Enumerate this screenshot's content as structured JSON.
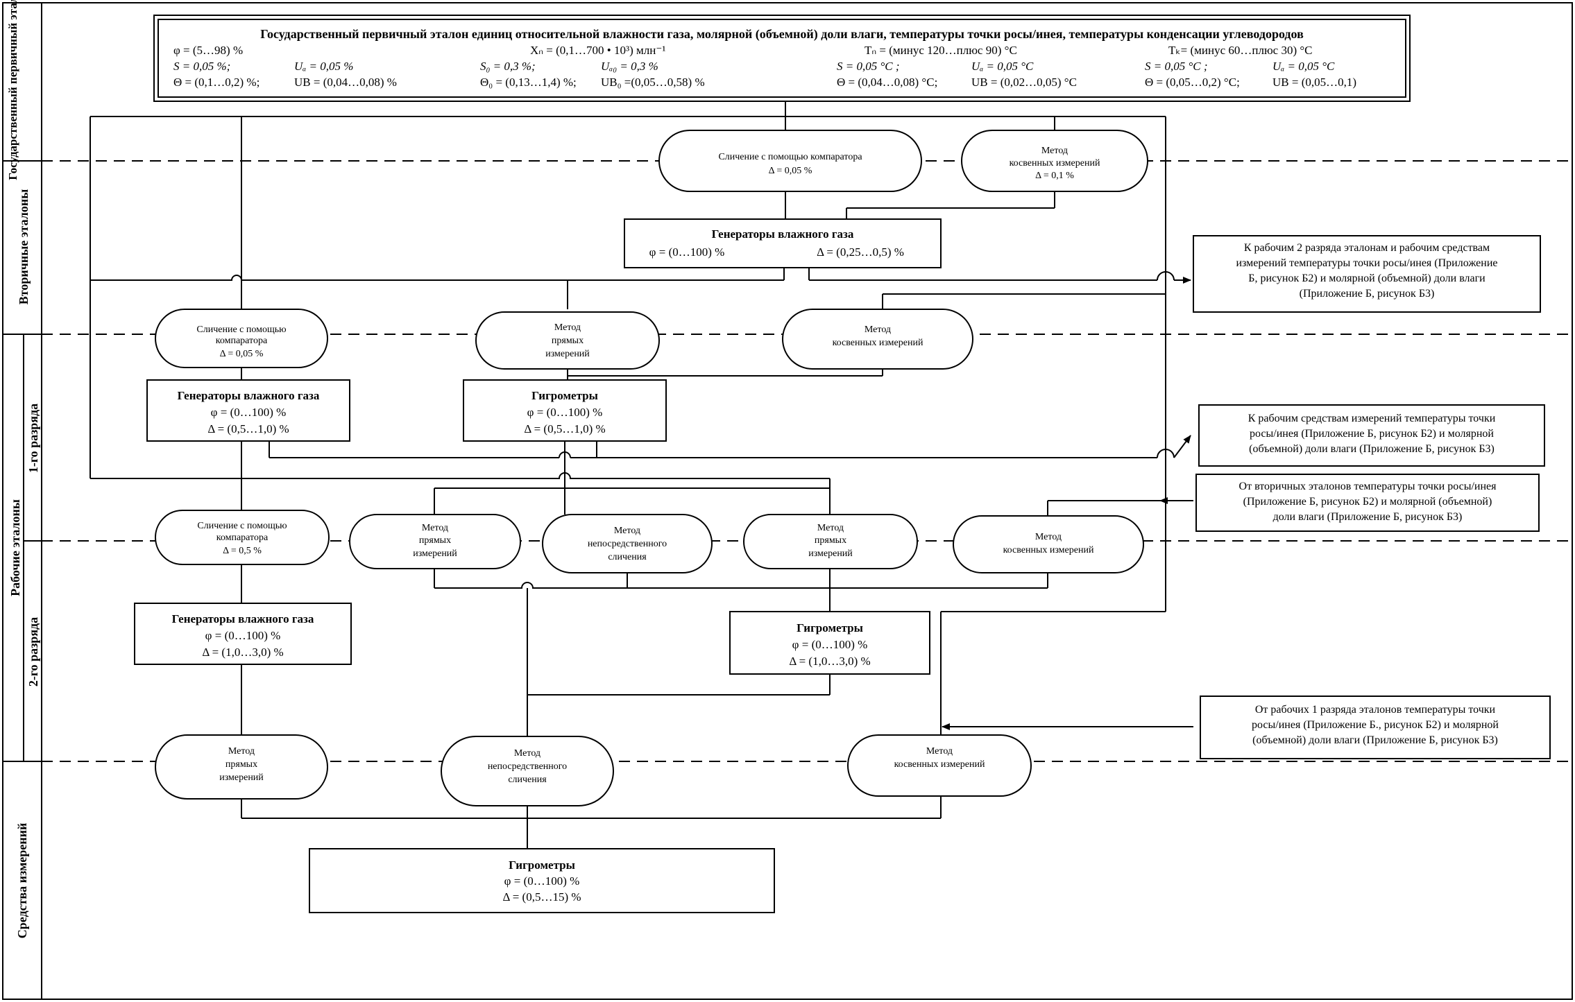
{
  "levels": {
    "primary": "Государственный первичный эталон",
    "secondary": "Вторичные эталоны",
    "working": "Рабочие эталоны",
    "rank1": "1-го разряда",
    "rank2": "2-го разряда",
    "instruments": "Средства измерений"
  },
  "primary": {
    "title": "Государственный первичный эталон единиц относительной влажности газа, молярной (объемной) доли влаги, температуры точки росы/инея, температуры конденсации углеводородов",
    "col1": [
      "φ = (5…98) %",
      "S = 0,05 %;",
      "Uₐ = 0,05 %",
      "Θ = (0,1…0,2) %;",
      "UΒ = (0,04…0,08) %"
    ],
    "col2": [
      "Xₙ = (0,1…700 • 10³) млн⁻¹",
      "S₀ = 0,3 %;",
      "Uₐ₀ = 0,3 %",
      "Θ₀ = (0,13…1,4) %;",
      "UΒ₀ =(0,05…0,58) %"
    ],
    "col3": [
      "Tₙ = (минус 120…плюс 90) °C",
      "S = 0,05 °C ;",
      "Uₐ = 0,05 °C",
      "Θ = (0,04…0,08) °C;",
      "UΒ = (0,02…0,05) °C"
    ],
    "col4": [
      "Tₖ= (минус 60…плюс 30) °C",
      "S = 0,05 °C ;",
      "Uₐ = 0,05 °C",
      "Θ = (0,05…0,2) °C;",
      "UΒ = (0,05…0,1)"
    ]
  },
  "secondary": {
    "comparator": [
      "Сличение с помощью компаратора",
      "Δ = 0,05 %"
    ],
    "indirect": [
      "Метод",
      "косвенных измерений",
      "Δ = 0,1 %"
    ],
    "generators": [
      "Генераторы влажного газа",
      "φ = (0…100) %",
      "Δ = (0,25…0,5) %"
    ]
  },
  "rank1": {
    "comparator": [
      "Сличение с помощью",
      "компаратора",
      "Δ = 0,05 %"
    ],
    "direct": [
      "Метод",
      "прямых",
      "измерений"
    ],
    "indirect": [
      "Метод",
      "косвенных измерений"
    ],
    "generators": [
      "Генераторы влажного газа",
      "φ = (0…100) %",
      "Δ = (0,5…1,0) %"
    ],
    "hygrometers": [
      "Гигрометры",
      "φ = (0…100) %",
      "Δ = (0,5…1,0) %"
    ]
  },
  "rank2": {
    "comparator": [
      "Сличение с помощью",
      "компаратора",
      "Δ = 0,5 %"
    ],
    "direct1": [
      "Метод",
      "прямых",
      "измерений"
    ],
    "immediate": [
      "Метод",
      "непосредственного",
      "сличения"
    ],
    "direct2": [
      "Метод",
      "прямых",
      "измерений"
    ],
    "indirect": [
      "Метод",
      "косвенных измерений"
    ],
    "generators": [
      "Генераторы влажного газа",
      "φ = (0…100) %",
      "Δ = (1,0…3,0) %"
    ],
    "hygrometers": [
      "Гигрометры",
      "φ = (0…100) %",
      "Δ = (1,0…3,0) %"
    ]
  },
  "instruments": {
    "direct": [
      "Метод",
      "прямых",
      "измерений"
    ],
    "immediate": [
      "Метод",
      "непосредственного",
      "сличения"
    ],
    "indirect": [
      "Метод",
      "косвенных измерений"
    ],
    "hygrometers": [
      "Гигрометры",
      "φ = (0…100) %",
      "Δ = (0,5…15) %"
    ]
  },
  "notes": {
    "to_rank2": [
      "К рабочим 2 разряда эталонам и рабочим средствам",
      "измерений температуры точки росы/инея (Приложение",
      "Б, рисунок Б2) и молярной (объемной) доли влаги",
      "(Приложение Б, рисунок Б3)"
    ],
    "to_instruments": [
      "К рабочим средствам измерений температуры точки",
      "росы/инея (Приложение Б, рисунок Б2) и молярной",
      "(объемной) доли влаги (Приложение Б, рисунок Б3)"
    ],
    "from_secondary": [
      "От вторичных эталонов температуры точки росы/инея",
      "(Приложение Б, рисунок Б2) и молярной (объемной)",
      "доли влаги (Приложение Б, рисунок Б3)"
    ],
    "from_rank1": [
      "От рабочих 1 разряда эталонов температуры точки",
      "росы/инея (Приложение Б., рисунок Б2) и молярной",
      "(объемной) доли влаги (Приложение Б, рисунок Б3)"
    ]
  }
}
